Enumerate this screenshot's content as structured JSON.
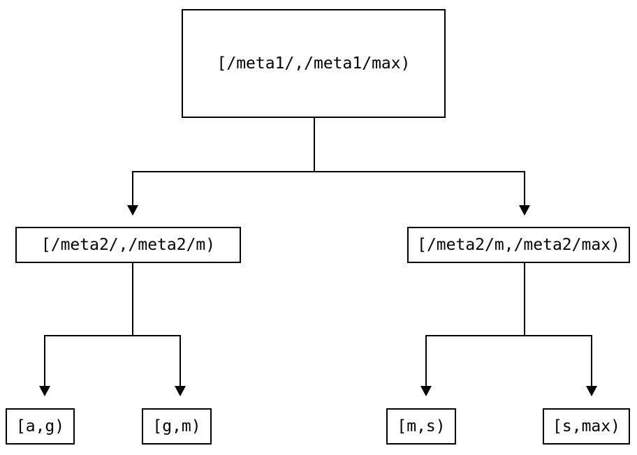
{
  "diagram": {
    "background_color": "#ffffff",
    "line_color": "#000000",
    "text_color": "#000000",
    "nodes": {
      "root": {
        "label": "[/meta1/,/meta1/max)"
      },
      "left": {
        "label": "[/meta2/,/meta2/m)"
      },
      "right": {
        "label": "[/meta2/m,/meta2/max)"
      },
      "leaf_ag": {
        "label": "[a,g)"
      },
      "leaf_gm": {
        "label": "[g,m)"
      },
      "leaf_ms": {
        "label": "[m,s)"
      },
      "leaf_smax": {
        "label": "[s,max)"
      }
    },
    "edges": [
      {
        "from": "root",
        "to": "left"
      },
      {
        "from": "root",
        "to": "right"
      },
      {
        "from": "left",
        "to": "leaf_ag"
      },
      {
        "from": "left",
        "to": "leaf_gm"
      },
      {
        "from": "right",
        "to": "leaf_ms"
      },
      {
        "from": "right",
        "to": "leaf_smax"
      }
    ]
  }
}
